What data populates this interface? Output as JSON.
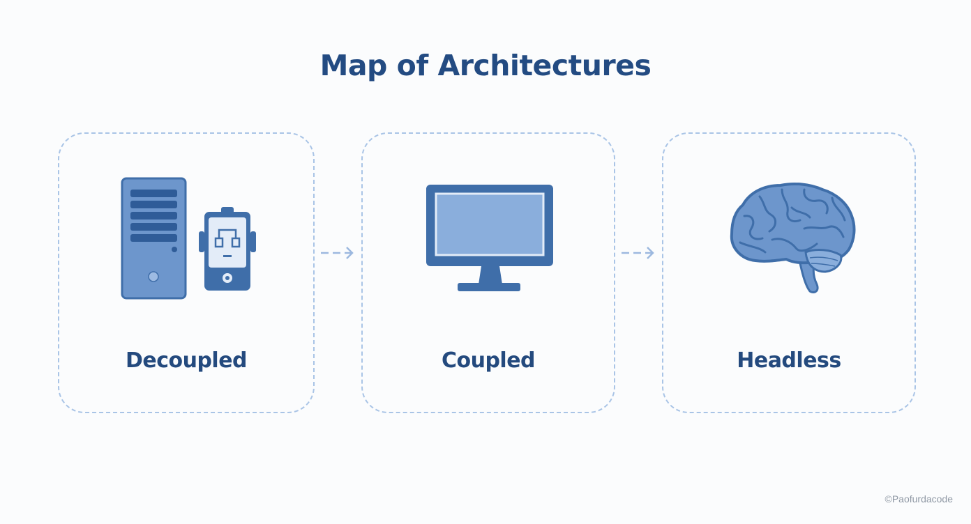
{
  "title": "Map of Architectures",
  "colors": {
    "title_text": "#234b82",
    "label_text": "#244a7e",
    "card_border": "#a9c4e6",
    "icon_dark": "#3f6ea9",
    "icon_mid": "#6d96cc",
    "icon_light": "#8aaedc",
    "arrow": "#9cb8df",
    "credit_text": "#8f98a4"
  },
  "cards": [
    {
      "label": "Decoupled",
      "icon": "server-and-device-icon"
    },
    {
      "label": "Coupled",
      "icon": "monitor-icon"
    },
    {
      "label": "Headless",
      "icon": "brain-icon"
    }
  ],
  "credit": "©Paofurdacode"
}
